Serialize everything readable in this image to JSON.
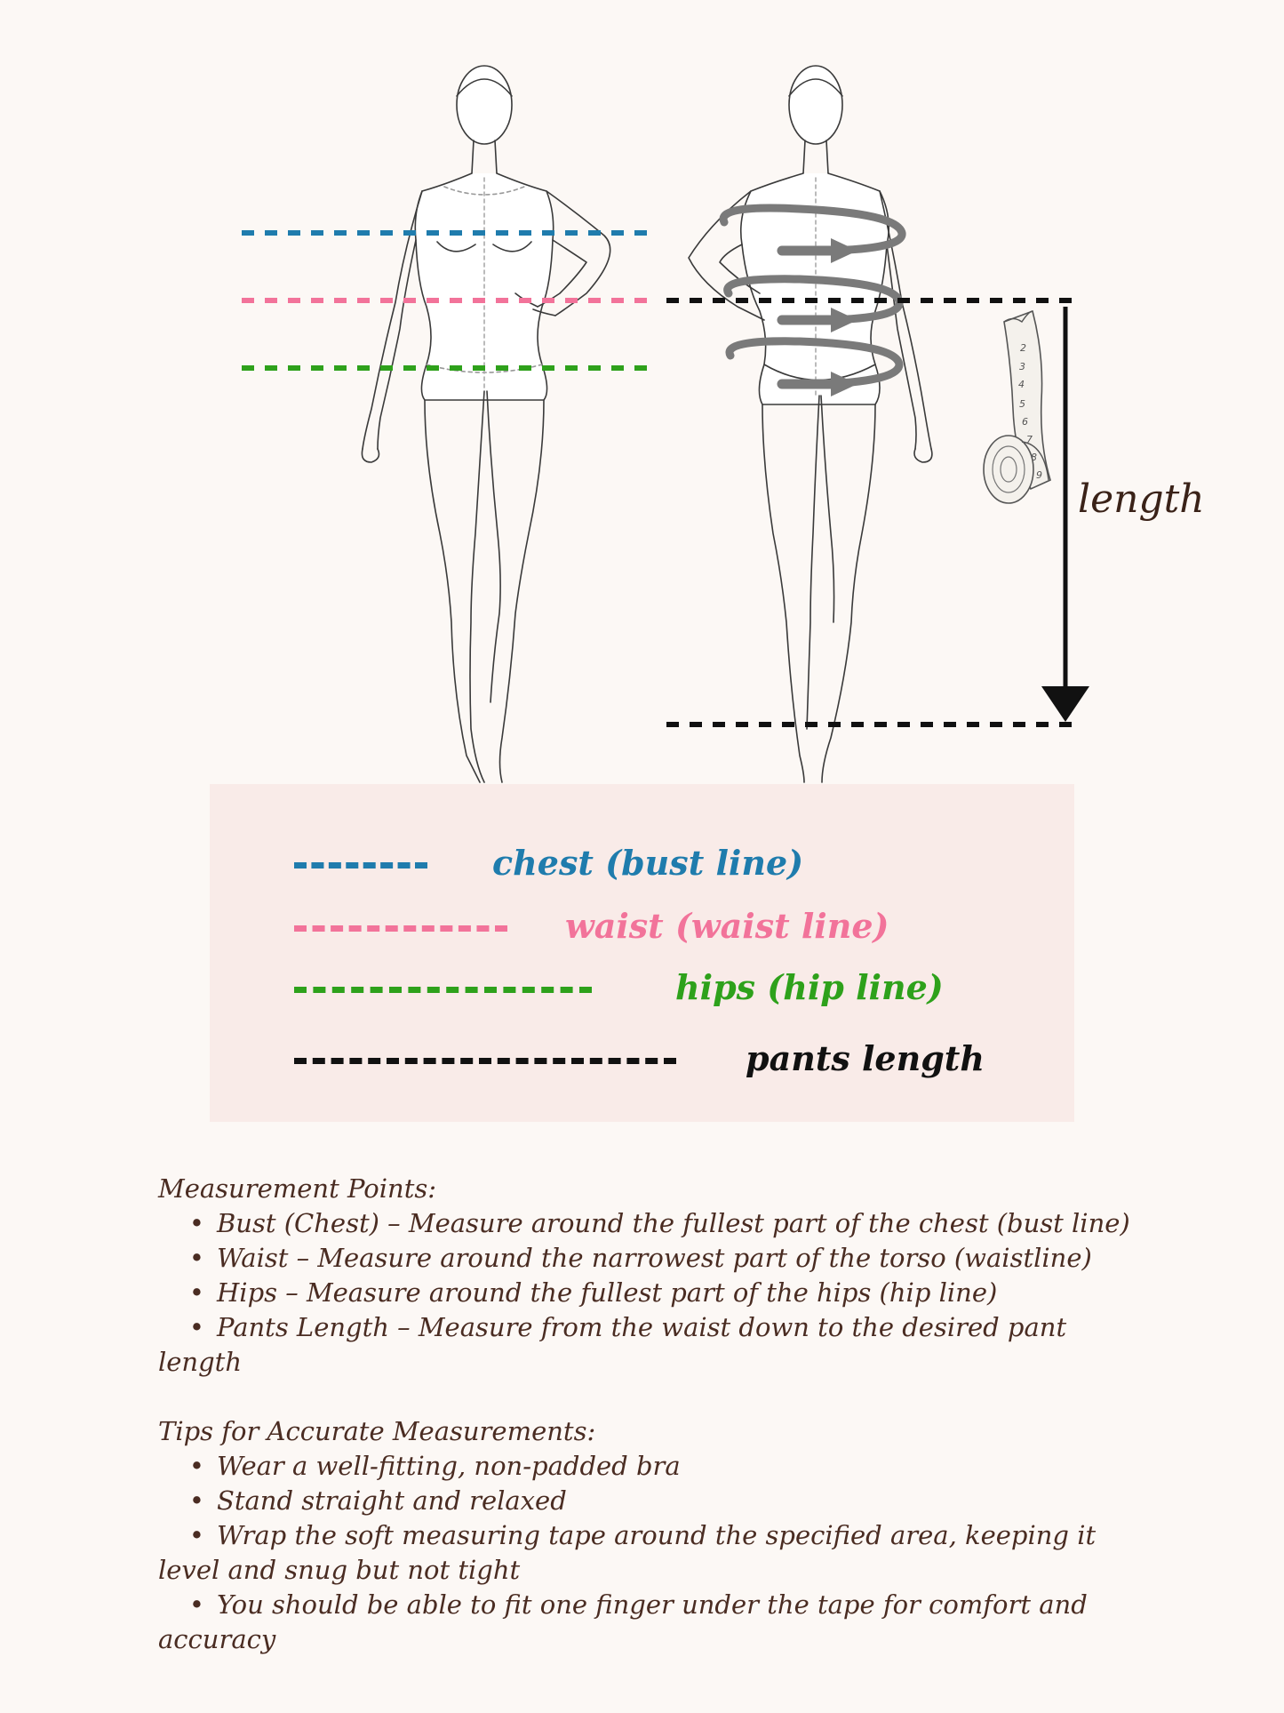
{
  "figure": {
    "length_label": "length"
  },
  "legend": {
    "items": [
      {
        "label": "chest (bust line)",
        "color": "#1f7cad"
      },
      {
        "label": "waist (waist line)",
        "color": "#f2739a"
      },
      {
        "label": "hips (hip line)",
        "color": "#2ea11b"
      },
      {
        "label": "pants length",
        "color": "#111111"
      }
    ]
  },
  "tape_marks": [
    "2",
    "3",
    "4",
    "5",
    "6",
    "7",
    "8",
    "9"
  ],
  "notes": {
    "measurement_title": "Measurement Points:",
    "measurement_items": [
      "Bust (Chest) – Measure around the fullest part of the chest (bust line)",
      "Waist – Measure around the narrowest part of the torso (waistline)",
      "Hips – Measure around the fullest part of the hips (hip line)",
      "Pants Length – Measure from the waist down to the desired pant length"
    ],
    "tips_title": "Tips for Accurate Measurements:",
    "tips_items": [
      "Wear a well-fitting, non-padded bra",
      "Stand straight and relaxed",
      "Wrap the soft measuring tape around the specified area, keeping it level and snug but not tight",
      "You should be able to fit one finger under the tape for comfort and accuracy"
    ],
    "bullet": "•"
  }
}
